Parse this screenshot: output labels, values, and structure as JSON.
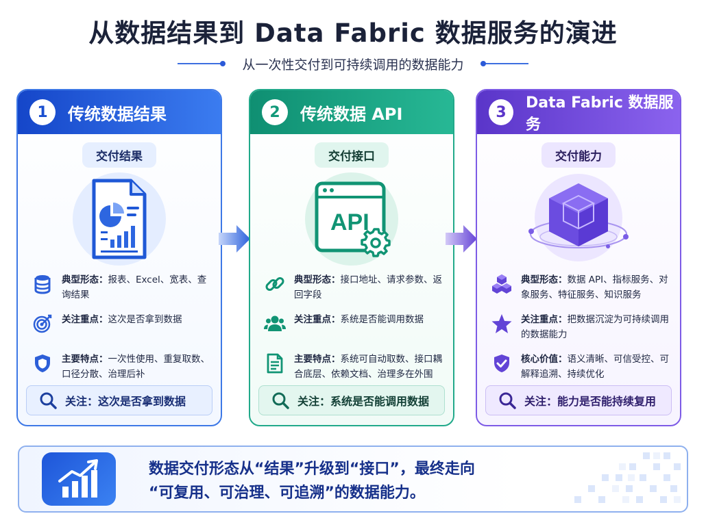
{
  "title": "从数据结果到 Data Fabric 数据服务的演进",
  "subtitle": "从一次性交付到可持续调用的数据能力",
  "cards": [
    {
      "num": "1",
      "title": "传统数据结果",
      "pill": "交付结果",
      "items": [
        {
          "key": "典型形态：",
          "text": "报表、Excel、宽表、查询结果",
          "icon": "database-icon"
        },
        {
          "key": "关注重点：",
          "text": "这次是否拿到数据",
          "icon": "target-icon"
        },
        {
          "key": "主要特点：",
          "text": "一次性使用、重复取数、口径分散、治理后补",
          "icon": "shield-icon"
        }
      ],
      "focus": "关注：这次是否拿到数据",
      "color": "#1a4fd0"
    },
    {
      "num": "2",
      "title": "传统数据 API",
      "pill": "交付接口",
      "api_label": "API",
      "items": [
        {
          "key": "典型形态：",
          "text": "接口地址、请求参数、返回字段",
          "icon": "link-icon"
        },
        {
          "key": "关注重点：",
          "text": "系统是否能调用数据",
          "icon": "users-icon"
        },
        {
          "key": "主要特点：",
          "text": "系统可自动取数、接口耦合底层、依赖文档、治理多在外围",
          "icon": "document-icon"
        }
      ],
      "focus": "关注：系统是否能调用数据",
      "color": "#12997a"
    },
    {
      "num": "3",
      "title": "Data Fabric 数据服务",
      "pill": "交付能力",
      "items": [
        {
          "key": "典型形态：",
          "text": "数据 API、指标服务、对象服务、特征服务、知识服务",
          "icon": "cubes-icon"
        },
        {
          "key": "关注重点：",
          "text": "把数据沉淀为可持续调用的数据能力",
          "icon": "star-icon"
        },
        {
          "key": "核心价值：",
          "text": "语义清晰、可信受控、可解释追溯、持续优化",
          "icon": "shield-check-icon"
        }
      ],
      "focus": "关注：能力是否能持续复用",
      "color": "#5b36c9"
    }
  ],
  "footer": {
    "line1": "数据交付形态从“结果”升级到“接口”，最终走向",
    "line2": "“可复用、可治理、可追溯”的数据能力。"
  }
}
